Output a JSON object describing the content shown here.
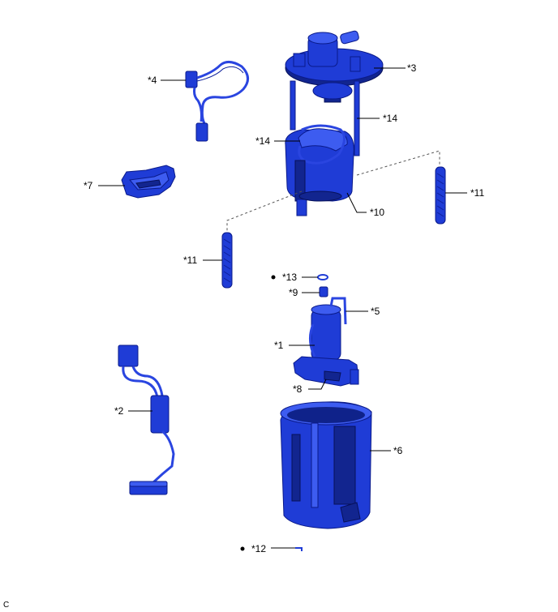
{
  "callouts": {
    "c1": "*1",
    "c2": "*2",
    "c3": "*3",
    "c4": "*4",
    "c5": "*5",
    "c6": "*6",
    "c7": "*7",
    "c8": "*8",
    "c9": "*9",
    "c10": "*10",
    "c11a": "*11",
    "c11b": "*11",
    "c12": "*12",
    "c13": "*13",
    "c14a": "*14",
    "c14b": "*14"
  },
  "corner_code": "C",
  "colors": {
    "part_fill": "#1f3cd6",
    "part_highlight": "#3d5cf0",
    "part_shadow": "#12258f",
    "line": "#000000"
  }
}
